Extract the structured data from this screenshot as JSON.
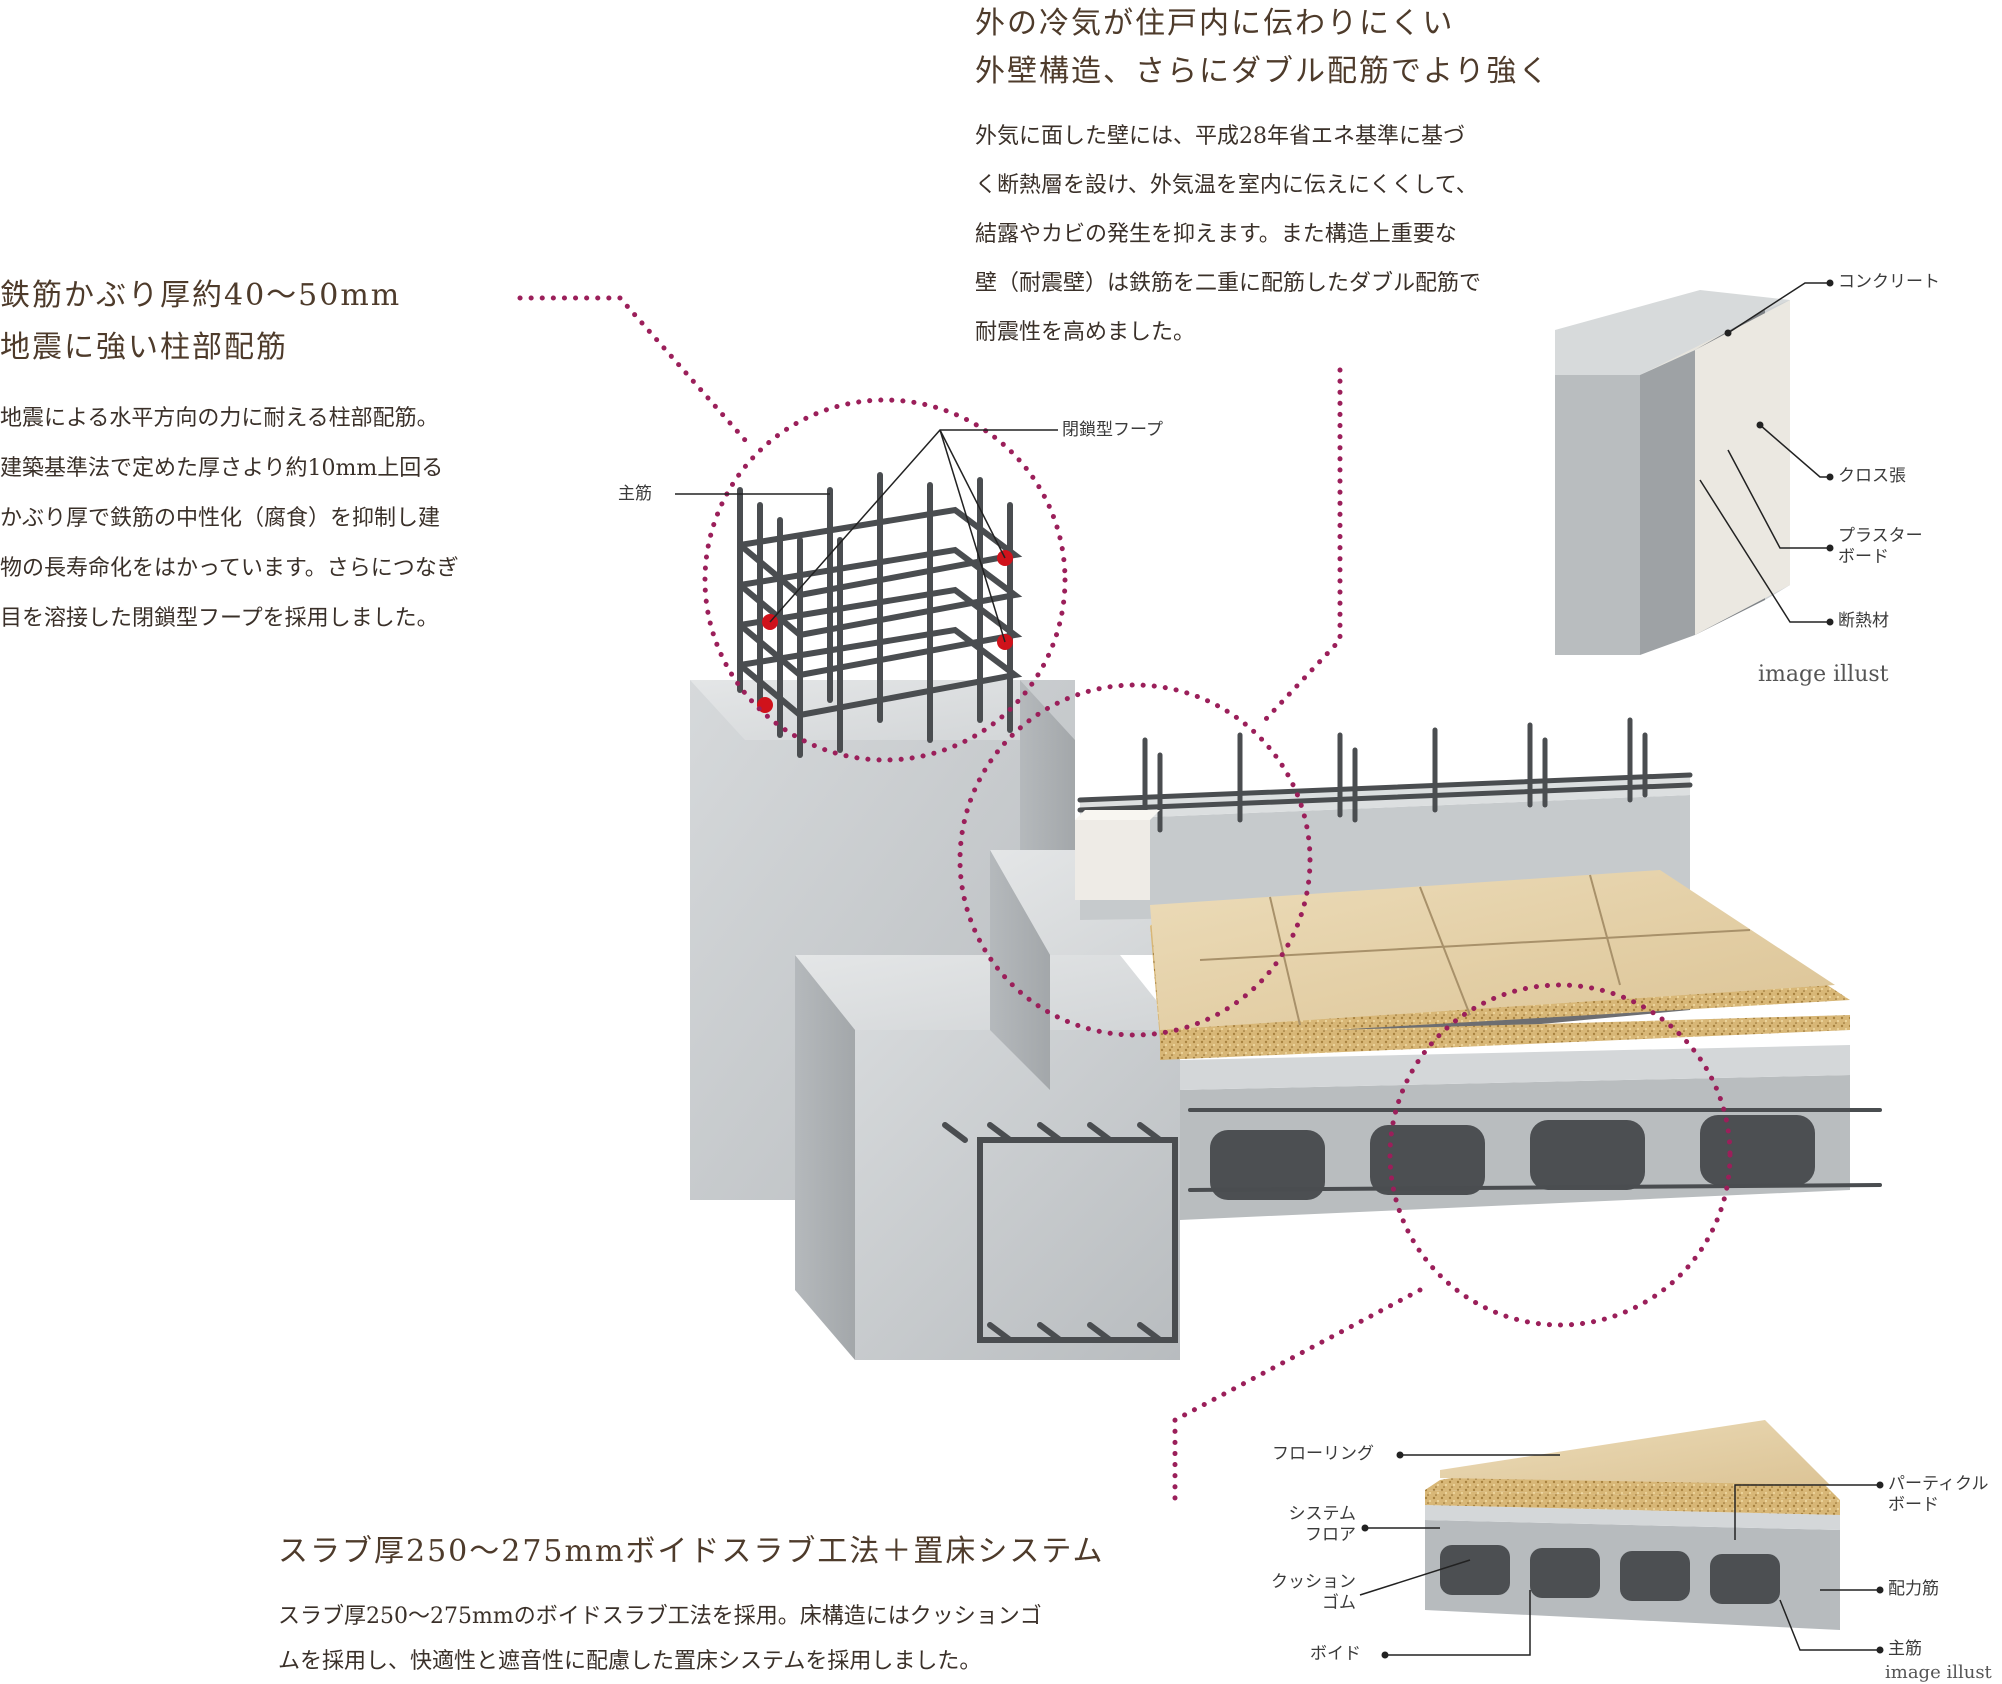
{
  "sections": {
    "wall": {
      "heading_lines": [
        "外の冷気が住戸内に伝わりにくい",
        "外壁構造、さらにダブル配筋でより強く"
      ],
      "body_lines": [
        "外気に面した壁には、平成28年省エネ基準に基づ",
        "く断熱層を設け、外気温を室内に伝えにくくして、",
        "結露やカビの発生を抑えます。また構造上重要な",
        "壁（耐震壁）は鉄筋を二重に配筋したダブル配筋で",
        "耐震性を高めました。"
      ]
    },
    "column": {
      "heading_lines": [
        "鉄筋かぶり厚約40～50mm",
        "地震に強い柱部配筋"
      ],
      "body_lines": [
        "地震による水平方向の力に耐える柱部配筋。",
        "建築基準法で定めた厚さより約10mm上回る",
        "かぶり厚で鉄筋の中性化（腐食）を抑制し建",
        "物の長寿命化をはかっています。さらにつなぎ",
        "目を溶接した閉鎖型フープを採用しました。"
      ]
    },
    "slab": {
      "heading": "スラブ厚250～275mmボイドスラブ工法＋置床システム",
      "body_lines": [
        "スラブ厚250～275mmのボイドスラブ工法を採用。床構造にはクッションゴ",
        "ムを採用し、快適性と遮音性に配慮した置床システムを採用しました。"
      ]
    }
  },
  "labels": {
    "main_rebar": "主筋",
    "closed_hoop": "閉鎖型フープ",
    "concrete": "コンクリート",
    "cloth": "クロス張",
    "plaster_board_1": "プラスター",
    "plaster_board_2": "ボード",
    "insulation": "断熱材",
    "flooring": "フローリング",
    "system_floor_1": "システム",
    "system_floor_2": "フロア",
    "cushion_rubber_1": "クッション",
    "cushion_rubber_2": "ゴム",
    "void": "ボイド",
    "particle_board_1": "パーティクル",
    "particle_board_2": "ボード",
    "distribution_bar": "配力筋",
    "slab_main_rebar": "主筋"
  },
  "captions": {
    "wall_illust": "image illust",
    "slab_illust": "image illust"
  },
  "colors": {
    "accent_magenta": "#9b1f5a",
    "heading_brown": "#4e3b2b",
    "concrete": "#c9cdcf",
    "rebar": "#4a4d50",
    "wood": "#e3cfa6",
    "weld_red": "#d0121b"
  }
}
